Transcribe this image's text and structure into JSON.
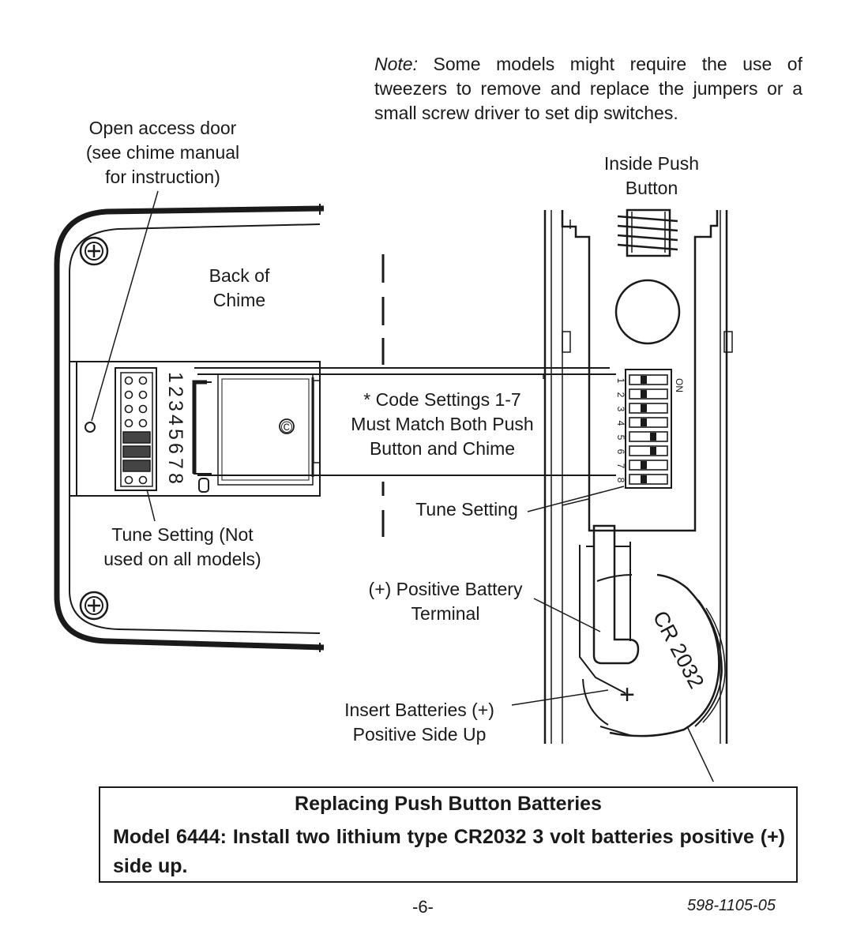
{
  "note": {
    "prefix": "Note:",
    "text": " Some models might require the use of tweezers to remove and replace the jumpers or a small screw driver to set dip switches."
  },
  "labels": {
    "open_access_door": [
      "Open access door",
      "(see chime manual",
      "for instruction)"
    ],
    "back_of_chime": [
      "Back of",
      "Chime"
    ],
    "inside_push_button": [
      "Inside Push",
      "Button"
    ],
    "code_settings": [
      "* Code Settings 1-7",
      "Must Match Both Push",
      "Button and Chime"
    ],
    "tune_setting_right": "Tune Setting",
    "tune_setting_left": [
      "Tune Setting (Not",
      "used on all models)"
    ],
    "positive_battery": [
      "(+) Positive Battery",
      "Terminal"
    ],
    "insert_batteries": [
      "Insert Batteries (+)",
      "Positive Side Up"
    ],
    "jumper_numbers": [
      "1",
      "2",
      "3",
      "4",
      "5",
      "6",
      "7",
      "8"
    ],
    "dip_on": "ON",
    "dip_numbers": [
      "1",
      "2",
      "3",
      "4",
      "5",
      "6",
      "7",
      "8"
    ],
    "battery_marking": "CR 2032",
    "plus_sign": "+",
    "copyright_mark": "©"
  },
  "box": {
    "title": "Replacing Push Button Batteries",
    "body": "Model 6444: Install two lithium type CR2032 3 volt batteries positive (+) side up."
  },
  "footer": {
    "page_number": "-6-",
    "doc_number": "598-1105-05"
  }
}
